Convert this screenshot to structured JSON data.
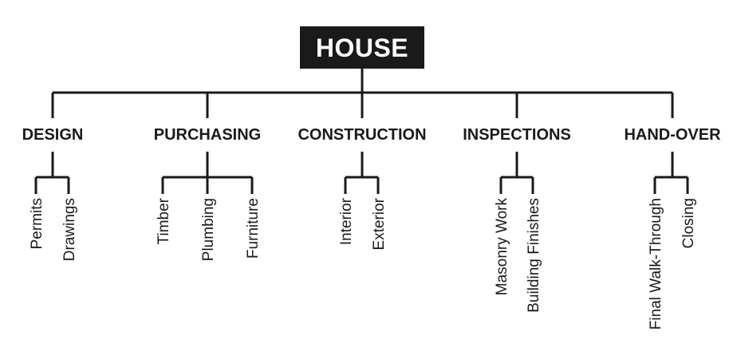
{
  "root": {
    "label": "HOUSE"
  },
  "phases": [
    {
      "label": "DESIGN",
      "children": [
        "Permits",
        "Drawings"
      ]
    },
    {
      "label": "PURCHASING",
      "children": [
        "Timber",
        "Plumbing",
        "Furniture"
      ]
    },
    {
      "label": "CONSTRUCTION",
      "children": [
        "Interior",
        "Exterior"
      ]
    },
    {
      "label": "INSPECTIONS",
      "children": [
        "Masonry Work",
        "Building Finishes"
      ]
    },
    {
      "label": "HAND-OVER",
      "children": [
        "Final Walk-Through",
        "Closing"
      ]
    }
  ],
  "colors": {
    "ink": "#1a1a1a",
    "root_text": "#ffffff",
    "background": "#ffffff"
  }
}
